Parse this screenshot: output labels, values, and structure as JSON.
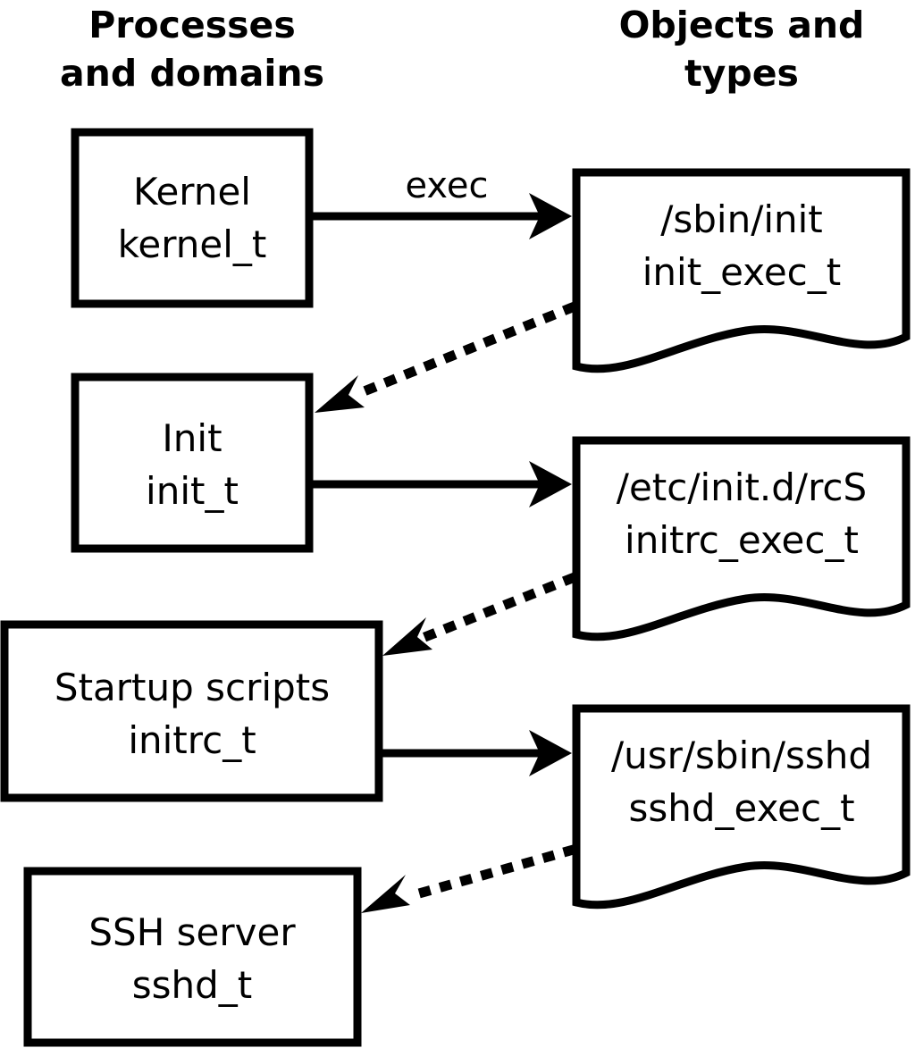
{
  "diagram": {
    "title_left": "Processes and domains",
    "title_right": "Objects and types",
    "background_color": "#ffffff",
    "stroke_color": "#000000",
    "columns": [
      {
        "id": "left",
        "header_line1": "Processes",
        "header_line2": "and domains"
      },
      {
        "id": "right",
        "header_line1": "Objects and",
        "header_line2": "types"
      }
    ],
    "process_nodes": [
      {
        "id": "kernel",
        "line1": "Kernel",
        "line2": "kernel_t"
      },
      {
        "id": "init",
        "line1": "Init",
        "line2": "init_t"
      },
      {
        "id": "initrc",
        "line1": "Startup scripts",
        "line2": "initrc_t"
      },
      {
        "id": "sshd",
        "line1": "SSH server",
        "line2": "sshd_t"
      }
    ],
    "object_nodes": [
      {
        "id": "init_exec",
        "line1": "/sbin/init",
        "line2": "init_exec_t"
      },
      {
        "id": "initrc_exec",
        "line1": "/etc/init.d/rcS",
        "line2": "initrc_exec_t"
      },
      {
        "id": "sshd_exec",
        "line1": "/usr/sbin/sshd",
        "line2": "sshd_exec_t"
      }
    ],
    "edges": [
      {
        "id": "kernel-exec-init_exec",
        "from": "kernel",
        "to": "init_exec",
        "style": "solid",
        "label": "exec"
      },
      {
        "id": "init_exec-to-init",
        "from": "init_exec",
        "to": "init",
        "style": "dotted",
        "label": ""
      },
      {
        "id": "init-to-initrc_exec",
        "from": "init",
        "to": "initrc_exec",
        "style": "solid",
        "label": ""
      },
      {
        "id": "initrc_exec-to-initrc",
        "from": "initrc_exec",
        "to": "initrc",
        "style": "dotted",
        "label": ""
      },
      {
        "id": "initrc-to-sshd_exec",
        "from": "initrc",
        "to": "sshd_exec",
        "style": "solid",
        "label": ""
      },
      {
        "id": "sshd_exec-to-sshd",
        "from": "sshd_exec",
        "to": "sshd",
        "style": "dotted",
        "label": ""
      }
    ]
  }
}
